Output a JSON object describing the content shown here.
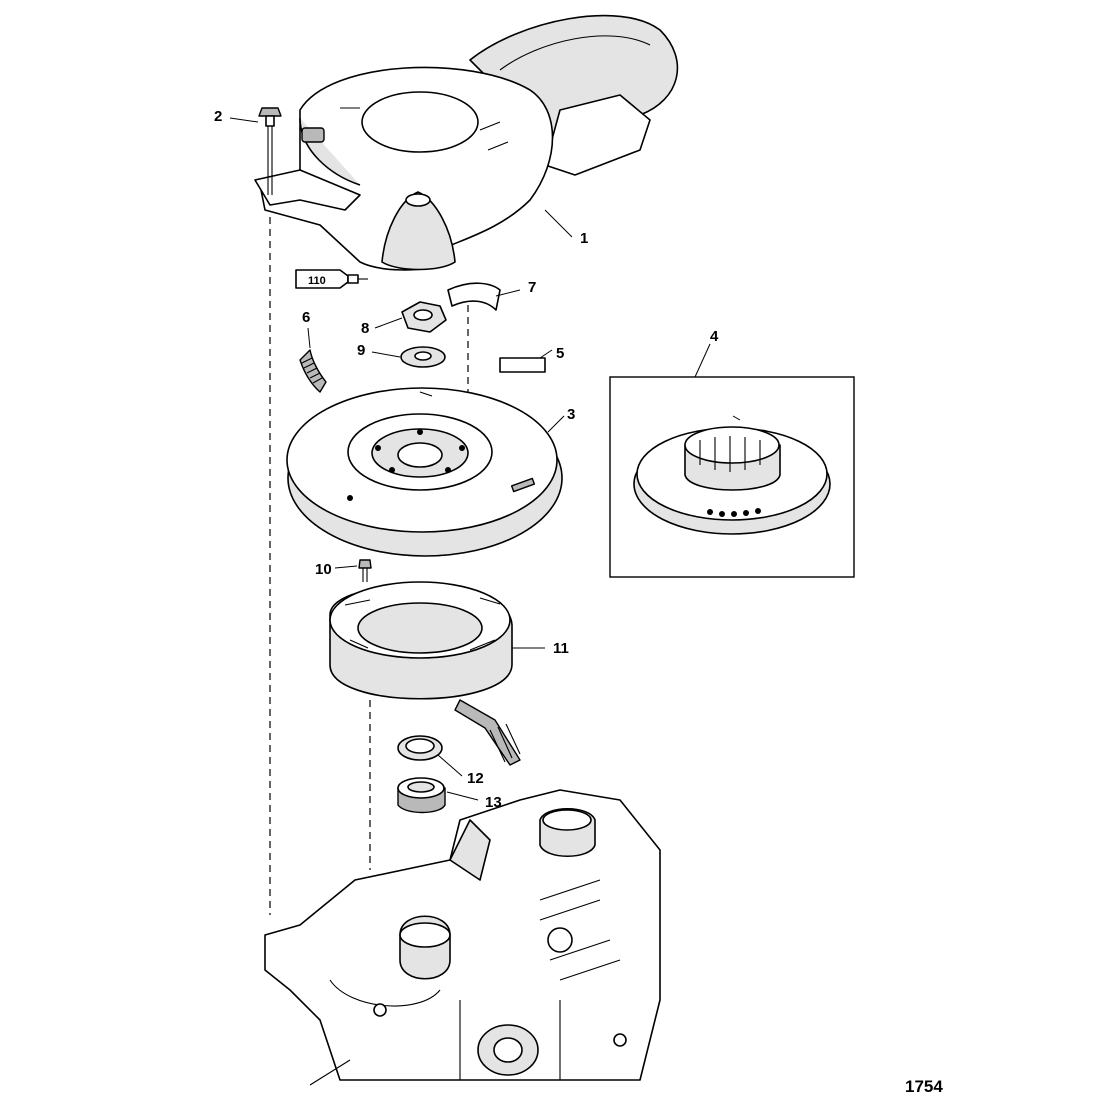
{
  "figure": {
    "number": "1754",
    "callouts": {
      "c1": "1",
      "c2": "2",
      "c3": "3",
      "c4": "4",
      "c5": "5",
      "c6": "6",
      "c7": "7",
      "c8": "8",
      "c9": "9",
      "c10": "10",
      "c11": "11",
      "c12": "12",
      "c13": "13"
    },
    "sealant_tube_label": "110"
  }
}
